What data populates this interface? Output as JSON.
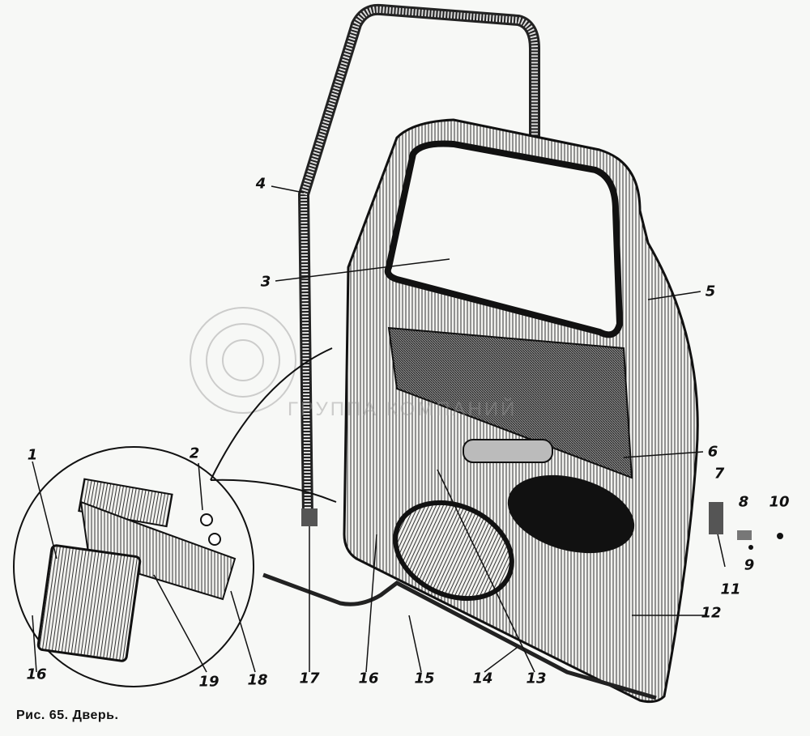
{
  "figure": {
    "caption": "Рис. 65. Дверь.",
    "watermark": "ГРУППА КОМПАНИЙ",
    "callouts": [
      "1",
      "2",
      "3",
      "4",
      "5",
      "6",
      "7",
      "8",
      "9",
      "10",
      "11",
      "12",
      "13",
      "14",
      "15",
      "16",
      "17",
      "18",
      "19",
      "16"
    ]
  }
}
